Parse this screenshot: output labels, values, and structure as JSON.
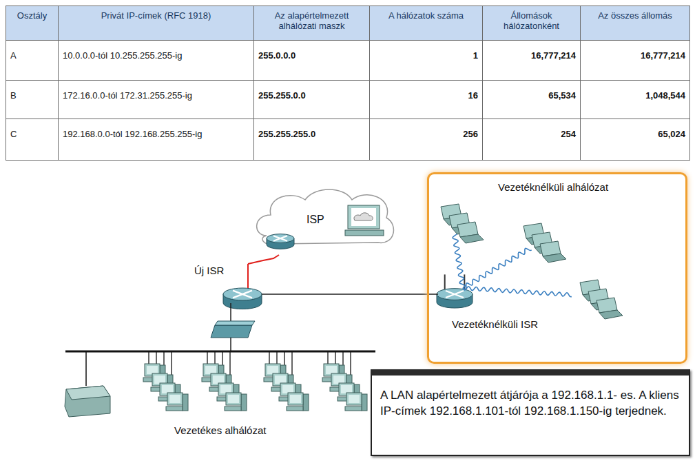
{
  "diagram": {
    "nodes": [
      {
        "text": [
          "ISP"
        ]
      },
      {
        "text": [
          "Új ISR"
        ]
      },
      {
        "text": [
          "Vezetéknélküli alhálózat"
        ]
      },
      {
        "text": [
          "Vezetéknélküli ISR"
        ],
        "in": 2
      },
      {
        "text": [
          "A LAN alapértelmezett átjárója a 192.168.1.1- es. A kliens IP-címek 192.168.1.101-tól 192.168.1.150-ig terjednek."
        ]
      }
    ],
    "edges": [
      {
        "from": 1,
        "to": 0,
        "arrow": "none"
      },
      {
        "from": 1,
        "to": 3,
        "arrow": "none"
      }
    ],
    "labels": [
      "Osztály",
      "Privát IP-címek (RFC 1918)",
      "Az alapértelmezett alhálózati maszk",
      "A hálózatok száma",
      "Állomások hálózatonként",
      "Az összes állomás",
      "A",
      "10.0.0.0-tól 10.255.255.255-ig",
      "255.0.0.0",
      "1",
      "16,777,214",
      "16,777,214",
      "B",
      "172.16.0.0-tól 172.31.255.255-ig",
      "255.255.0.0",
      "16",
      "65,534",
      "1,048,544",
      "C",
      "192.168.0.0-tól 192.168.255.255-ig",
      "255.255.255.0",
      "256",
      "254",
      "65,024",
      "Vezetékes alhálózat"
    ]
  }
}
